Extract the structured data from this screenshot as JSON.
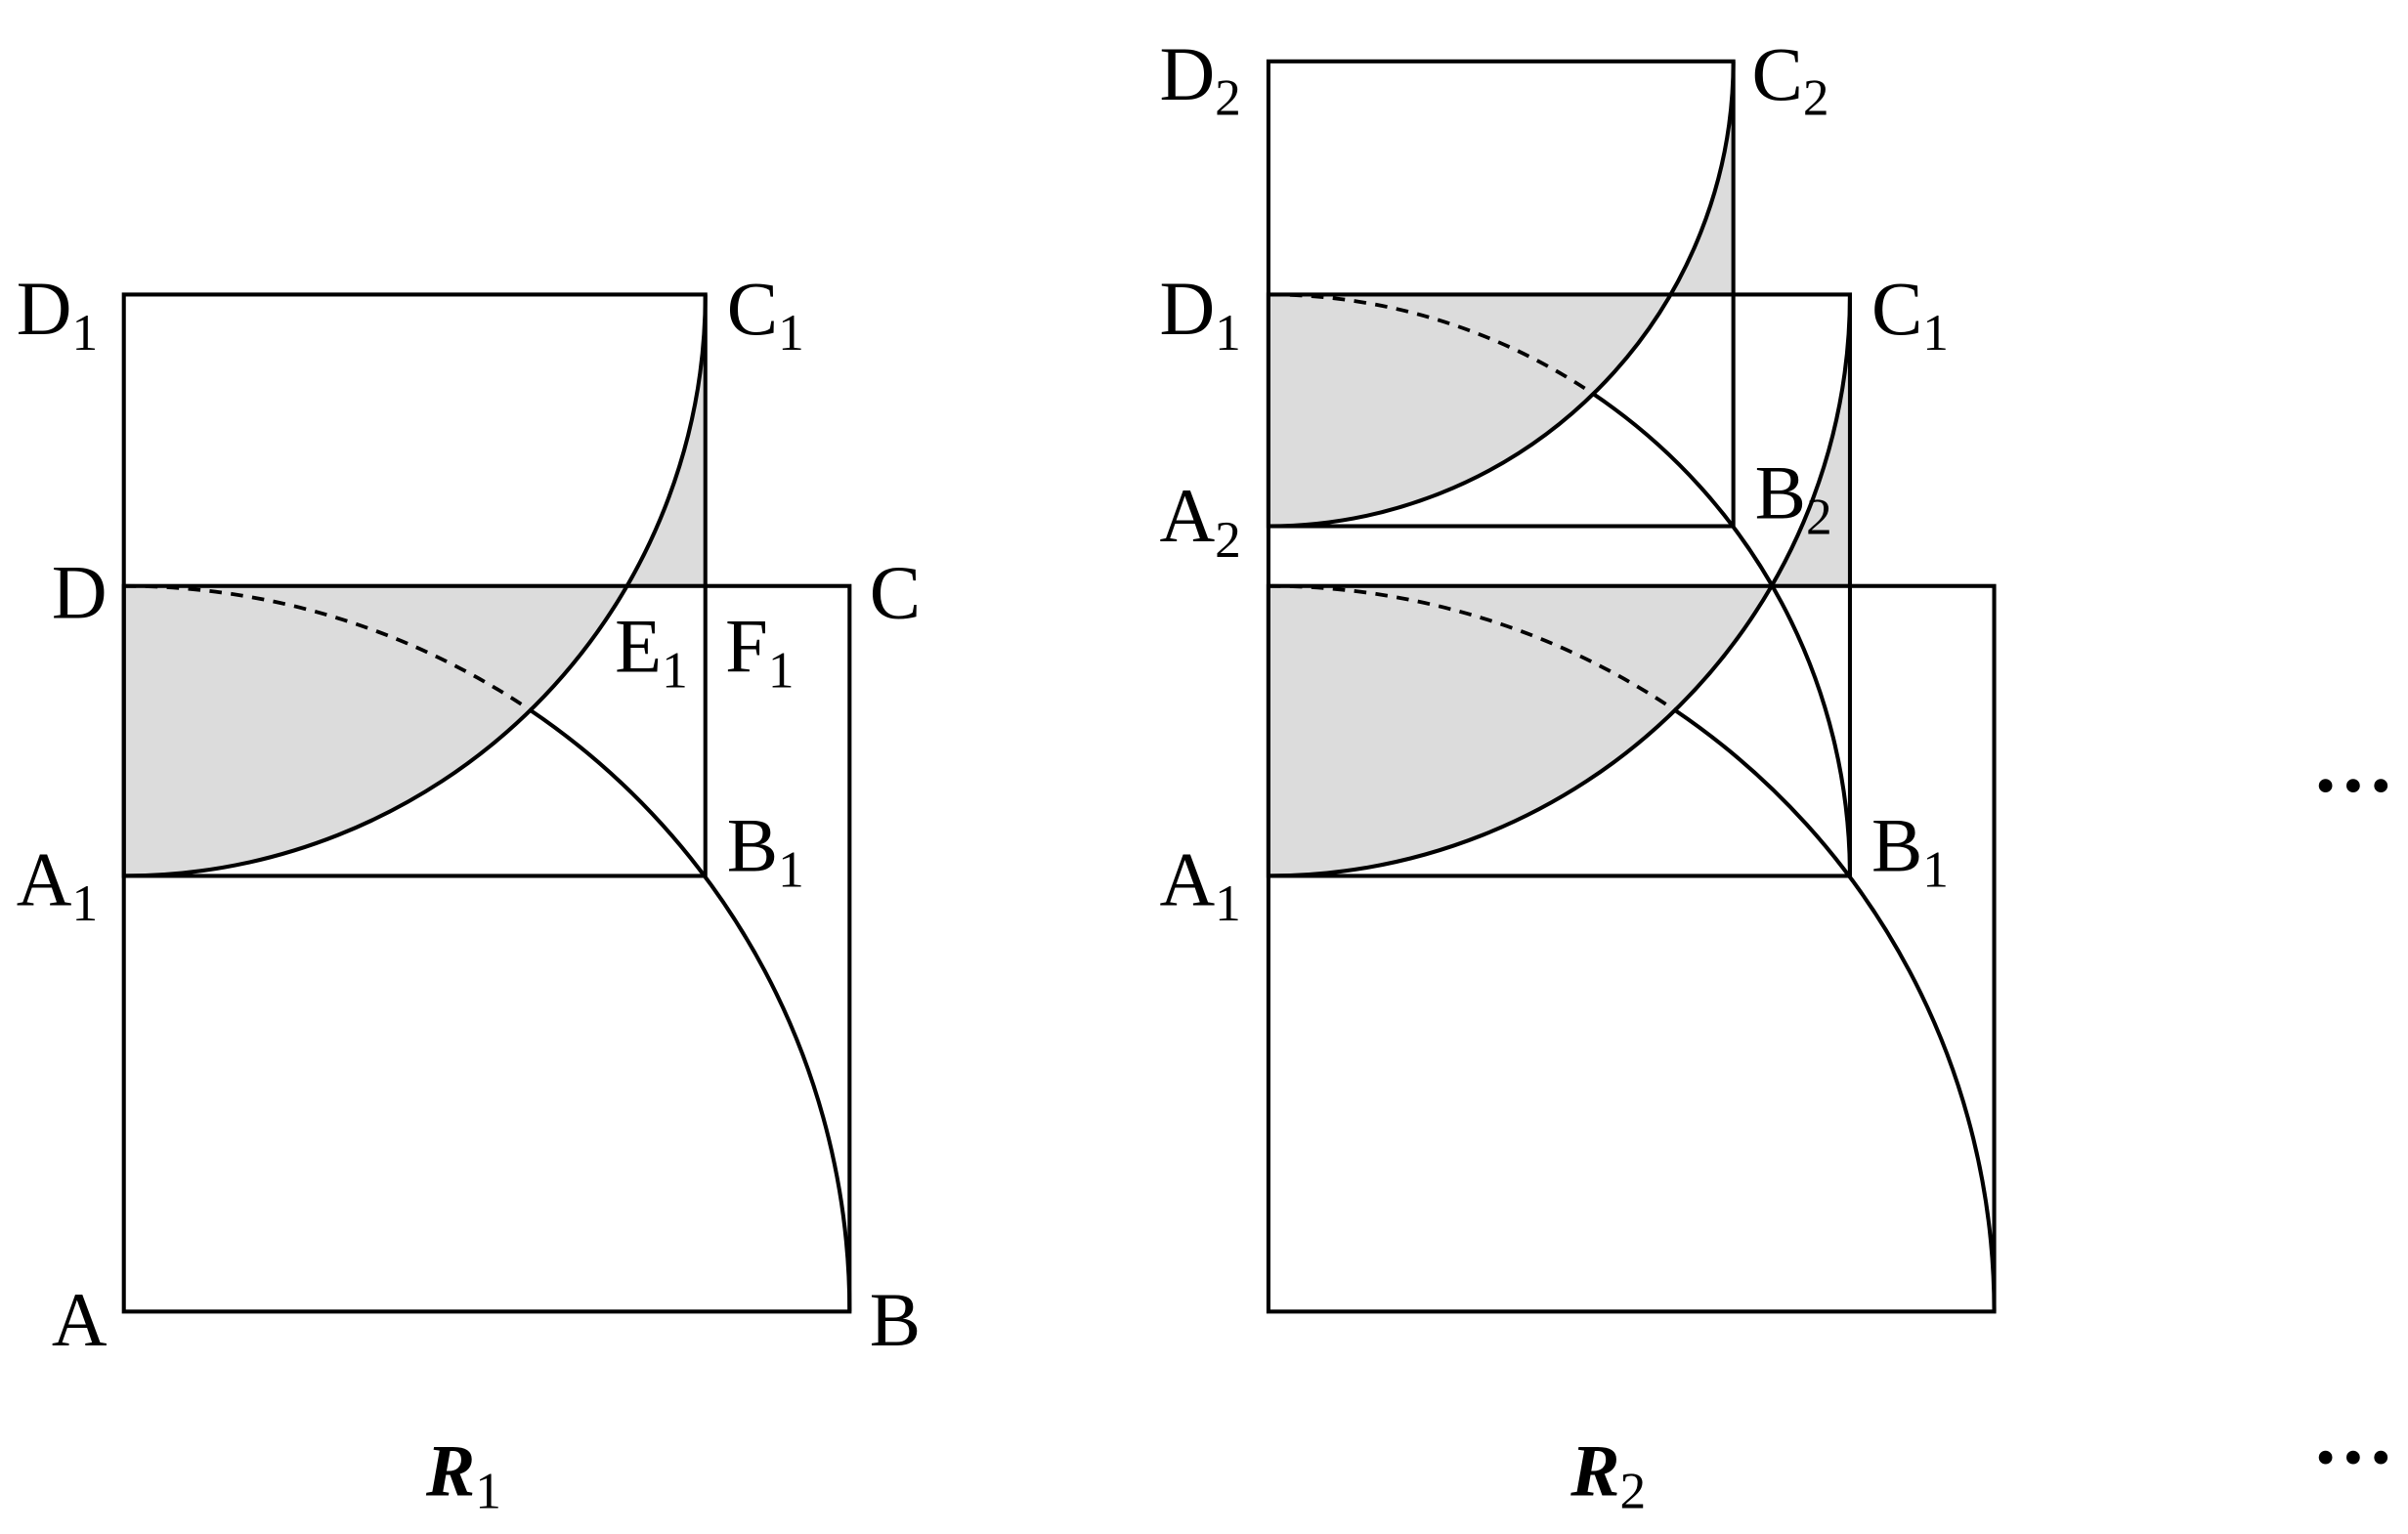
{
  "figure1": {
    "caption": {
      "main": "R",
      "sub": "1"
    },
    "labels": {
      "D1": {
        "main": "D",
        "sub": "1"
      },
      "C1": {
        "main": "C",
        "sub": "1"
      },
      "D": {
        "main": "D"
      },
      "C": {
        "main": "C"
      },
      "E1": {
        "main": "E",
        "sub": "1"
      },
      "F1": {
        "main": "F",
        "sub": "1"
      },
      "A1": {
        "main": "A",
        "sub": "1"
      },
      "B1": {
        "main": "B",
        "sub": "1"
      },
      "A": {
        "main": "A"
      },
      "B": {
        "main": "B"
      }
    }
  },
  "figure2": {
    "caption": {
      "main": "R",
      "sub": "2"
    },
    "labels": {
      "D2": {
        "main": "D",
        "sub": "2"
      },
      "C2": {
        "main": "C",
        "sub": "2"
      },
      "D1": {
        "main": "D",
        "sub": "1"
      },
      "C1": {
        "main": "C",
        "sub": "1"
      },
      "A2": {
        "main": "A",
        "sub": "2"
      },
      "B2": {
        "main": "B",
        "sub": "2"
      },
      "A1": {
        "main": "A",
        "sub": "1"
      },
      "B1": {
        "main": "B",
        "sub": "1"
      }
    }
  },
  "ellipsis": {
    "top": "···",
    "bottom": "···"
  },
  "colors": {
    "shade": "#dcdcdc",
    "stroke": "#000000"
  }
}
